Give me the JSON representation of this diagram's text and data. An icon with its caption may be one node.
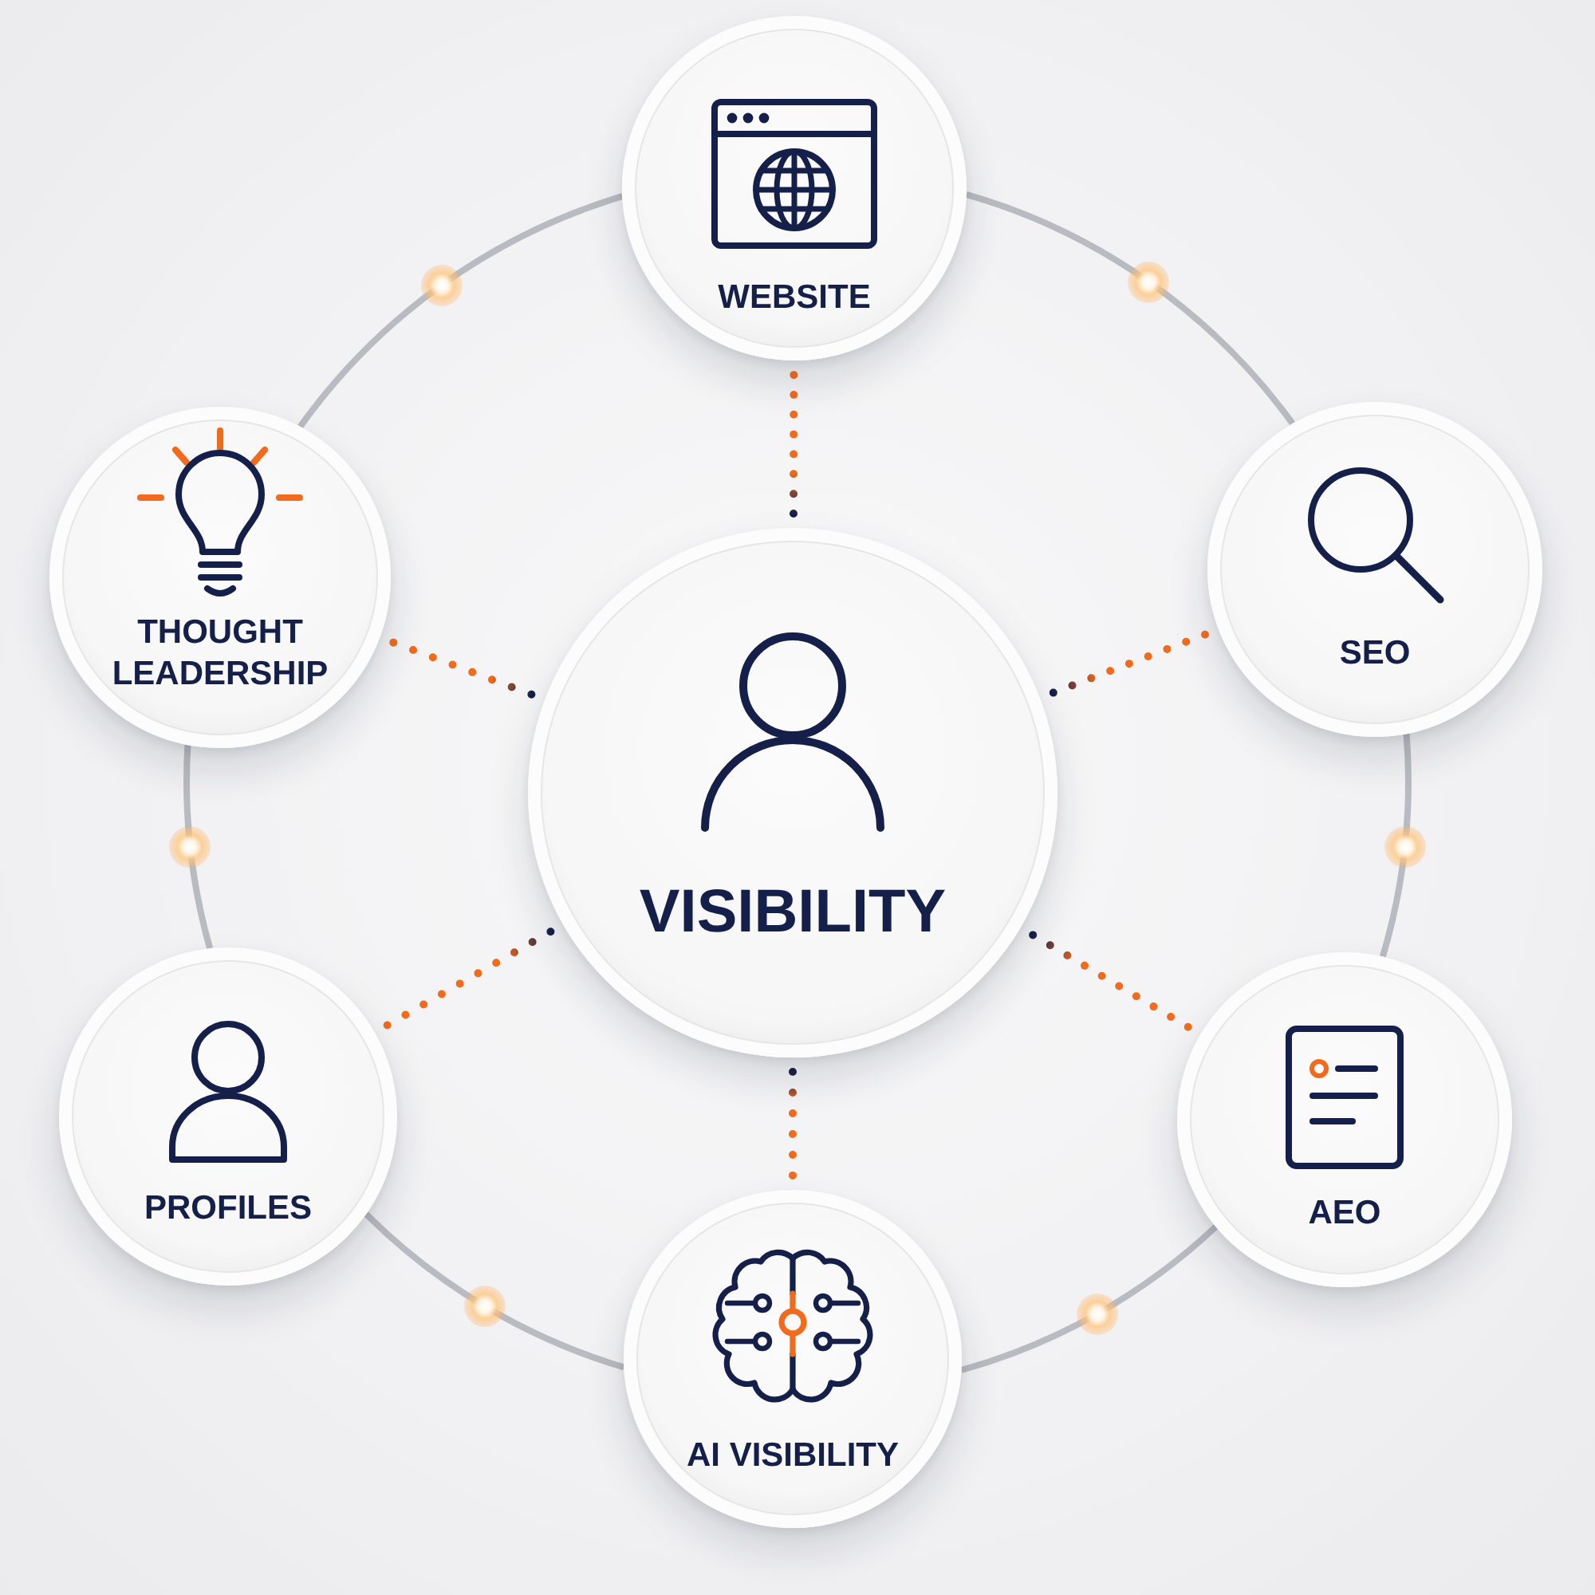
{
  "diagram": {
    "nodes": [
      {
        "text": [
          "VISIBILITY"
        ]
      },
      {
        "text": [
          "WEBSITE"
        ]
      },
      {
        "text": [
          "SEO"
        ]
      },
      {
        "text": [
          "AEO"
        ]
      },
      {
        "text": [
          "AI VISIBILITY"
        ]
      },
      {
        "text": [
          "PROFILES"
        ]
      },
      {
        "text": [
          "THOUGHT LEADERSHIP"
        ]
      }
    ],
    "edges": [
      {
        "from": 0,
        "to": 1,
        "arrow": "none",
        "style": "dashed",
        "color": "#f26b1d"
      },
      {
        "from": 0,
        "to": 2,
        "arrow": "none",
        "style": "dashed",
        "color": "#f26b1d"
      },
      {
        "from": 0,
        "to": 3,
        "arrow": "none",
        "style": "dashed",
        "color": "#f26b1d"
      },
      {
        "from": 0,
        "to": 4,
        "arrow": "none",
        "style": "dashed",
        "color": "#f26b1d"
      },
      {
        "from": 0,
        "to": 5,
        "arrow": "none",
        "style": "dashed",
        "color": "#f26b1d"
      },
      {
        "from": 0,
        "to": 6,
        "arrow": "none",
        "style": "dashed",
        "color": "#f26b1d"
      },
      {
        "from": 1,
        "to": 2,
        "arrow": "none",
        "color": "#b8bbc1"
      },
      {
        "from": 2,
        "to": 3,
        "arrow": "none",
        "color": "#b8bbc1"
      },
      {
        "from": 3,
        "to": 4,
        "arrow": "none",
        "color": "#b8bbc1"
      },
      {
        "from": 4,
        "to": 5,
        "arrow": "none",
        "color": "#b8bbc1"
      },
      {
        "from": 5,
        "to": 6,
        "arrow": "none",
        "color": "#b8bbc1"
      },
      {
        "from": 6,
        "to": 1,
        "arrow": "none",
        "color": "#b8bbc1"
      }
    ]
  }
}
